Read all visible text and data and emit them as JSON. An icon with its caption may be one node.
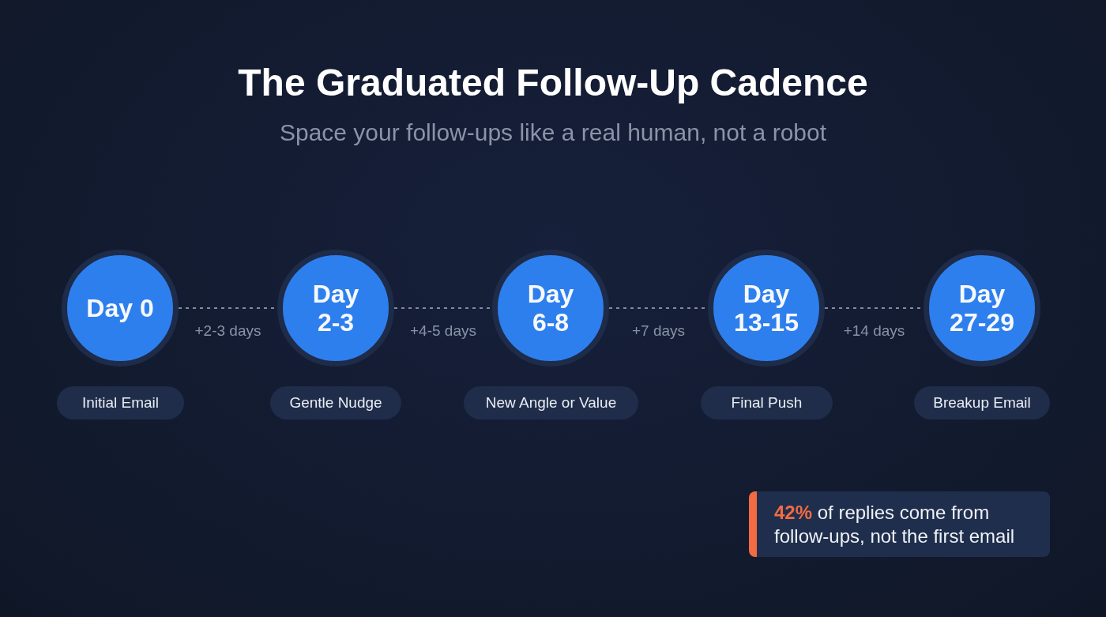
{
  "diagram": {
    "title": "The Graduated Follow-Up Cadence",
    "nodes": [
      {
        "text": [
          "Day 0"
        ]
      },
      {
        "text": [
          "Day 2-3"
        ]
      },
      {
        "text": [
          "Day 6-8"
        ]
      },
      {
        "text": [
          "Day 13-15"
        ]
      },
      {
        "text": [
          "Day 27-29"
        ]
      },
      {
        "text": [
          "Initial Email"
        ]
      },
      {
        "text": [
          "Gentle Nudge"
        ]
      },
      {
        "text": [
          "New Angle or Value"
        ]
      },
      {
        "text": [
          "Final Push"
        ]
      },
      {
        "text": [
          "Breakup Email"
        ]
      },
      {
        "text": [
          "**42%** of replies come from follow-ups, not the first email"
        ]
      }
    ],
    "edges": [
      {
        "from": 0,
        "to": 1,
        "arrow": "none",
        "label": "+2-3 days",
        "style": "dashed"
      },
      {
        "from": 1,
        "to": 2,
        "arrow": "none",
        "label": "+4-5 days",
        "style": "dashed"
      },
      {
        "from": 2,
        "to": 3,
        "arrow": "none",
        "label": "+7 days",
        "style": "dashed"
      },
      {
        "from": 3,
        "to": 4,
        "arrow": "none",
        "label": "+14 days",
        "style": "dashed"
      }
    ],
    "labels": [
      "Space your follow-ups like a real human, not a robot"
    ]
  }
}
